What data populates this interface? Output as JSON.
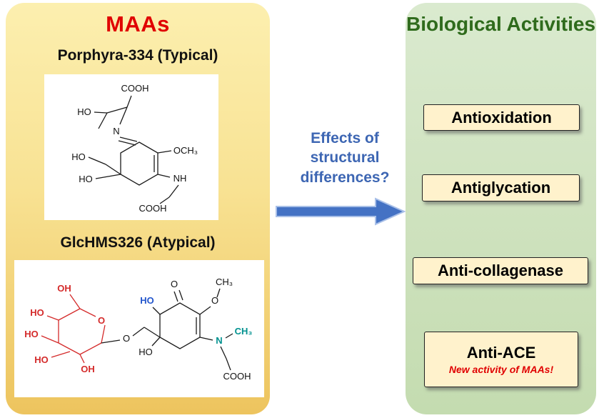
{
  "colors": {
    "maas_title_red": "#E00000",
    "question_blue": "#3D66B3",
    "arrow_blue": "#4472C4",
    "arrow_outline": "#A9C0E8",
    "activities_title_green": "#2F6B1C",
    "activity_box_bg": "#FFF2CC",
    "activity_note_red": "#E00000",
    "left_panel_gradient_top": "#FCEFAF",
    "left_panel_gradient_bottom": "#EDC45E",
    "right_panel_gradient_top": "#DAEACF",
    "right_panel_gradient_bottom": "#C4DCB0",
    "glucose_red": "#D42A2A",
    "hydroxyl_blue": "#2255CC",
    "amine_teal": "#00918F"
  },
  "left_panel": {
    "title": "MAAs",
    "typical": {
      "label": "Porphyra-334 (Typical)",
      "atoms": {
        "cooh_top": "COOH",
        "ho_side_chain": "HO",
        "n_imine": "N",
        "och3": "OCH₃",
        "ho_hydroxymethyl": "HO",
        "ho_ring": "HO",
        "nh": "NH",
        "cooh_bottom": "COOH"
      }
    },
    "atypical": {
      "label": "GlcHMS326 (Atypical)",
      "atoms": {
        "oh_glucose_top": "OH",
        "ho_glucose_1": "HO",
        "ho_glucose_2": "HO",
        "ho_glucose_3": "HO",
        "oh_glucose_bottom": "OH",
        "o_glucose_ring": "O",
        "o_glycosidic": "O",
        "o_ketone": "O",
        "o_methoxy": "O",
        "ch3_methoxy": "CH₃",
        "ho_blue": "HO",
        "ho_ring": "HO",
        "n_amine": "N",
        "ch3_n_methyl": "CH₃",
        "cooh_bottom": "COOH"
      }
    }
  },
  "middle": {
    "question": "Effects of structural differences?"
  },
  "right_panel": {
    "title": "Biological Activities",
    "activities": [
      {
        "label": "Antioxidation"
      },
      {
        "label": "Antiglycation"
      },
      {
        "label": "Anti-collagenase"
      },
      {
        "label": "Anti-ACE",
        "note": "New activity of MAAs!"
      }
    ]
  }
}
